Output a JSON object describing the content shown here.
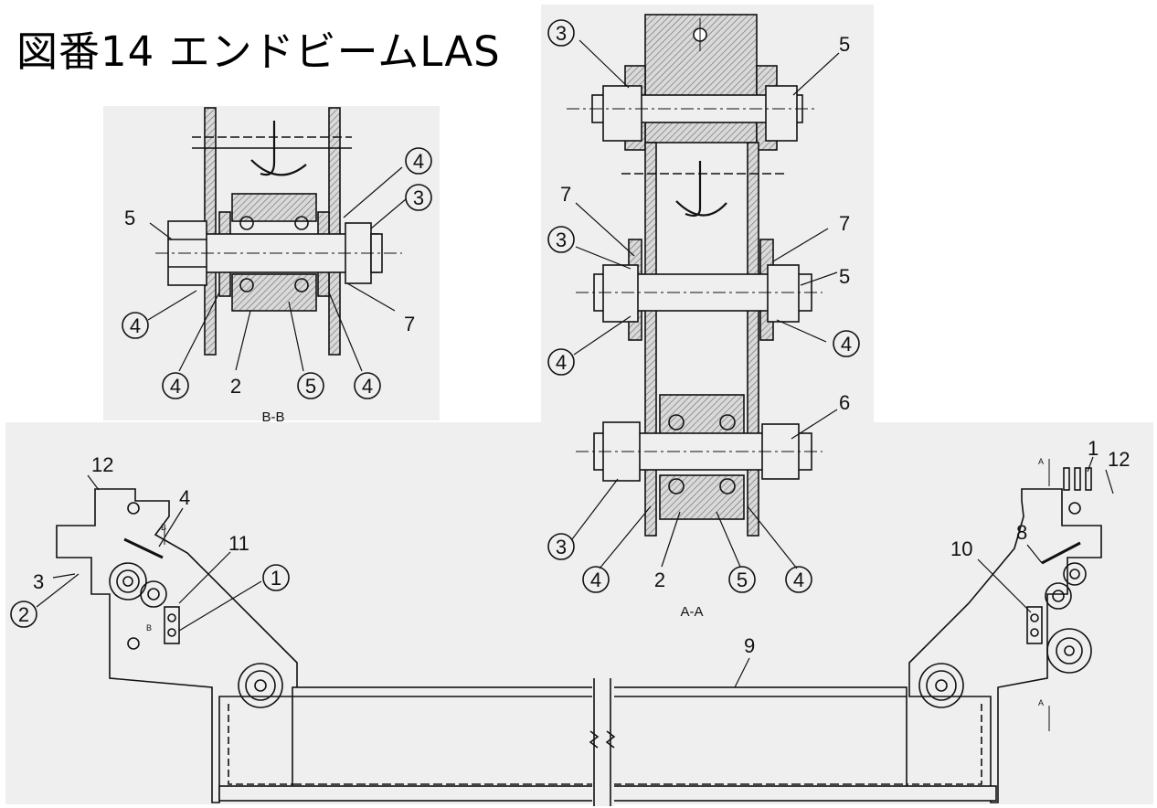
{
  "title": "図番14 エンドビームLAS",
  "sections": {
    "bb": {
      "label": "B-B"
    },
    "aa": {
      "label": "A-A"
    }
  },
  "cut_marks": {
    "a": "A",
    "b": "B"
  },
  "callouts": {
    "bb_5": "5",
    "bb_4_top": "4",
    "bb_3": "3",
    "bb_4_left": "4",
    "bb_7": "7",
    "bb_4_bottom_left": "4",
    "bb_2": "2",
    "bb_5_circled": "5",
    "bb_4_bottom_right": "4",
    "aa_3_top": "3",
    "aa_5_top": "5",
    "aa_7_left": "7",
    "aa_7_right": "7",
    "aa_3_mid": "3",
    "aa_5_mid": "5",
    "aa_4_right": "4",
    "aa_4_left": "4",
    "aa_6": "6",
    "aa_3_bottom": "3",
    "aa_4_bottom_left": "4",
    "aa_2": "2",
    "aa_5_bottom": "5",
    "aa_4_bottom_right": "4",
    "main_12_left": "12",
    "main_4": "4",
    "main_11": "11",
    "main_1_circled": "1",
    "main_3": "3",
    "main_2_circled": "2",
    "main_9": "9",
    "main_1": "1",
    "main_12_right": "12",
    "main_8": "8",
    "main_10": "10"
  }
}
